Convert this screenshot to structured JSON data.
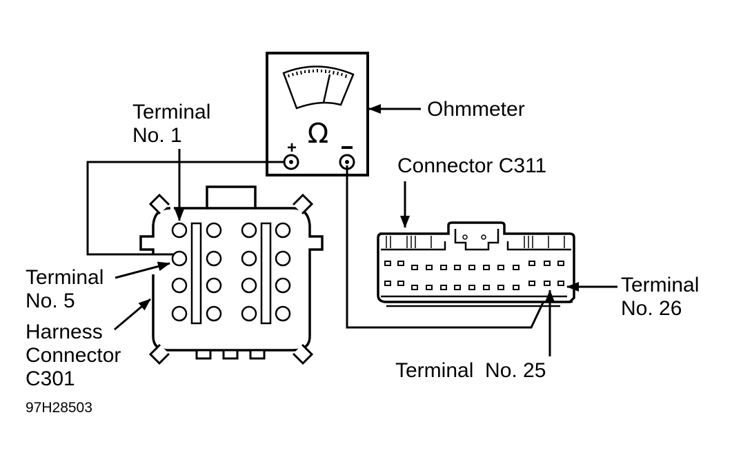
{
  "figure_id": "97H28503",
  "colors": {
    "ink": "#000000",
    "background": "#ffffff"
  },
  "ohmmeter": {
    "label": "Ohmmeter",
    "symbol": "Ω",
    "positive_terminal": "+",
    "negative_terminal": "−"
  },
  "harness_connector": {
    "name_line1": "Harness",
    "name_line2": "Connector",
    "name_line3": "C301",
    "terminal_count": 16,
    "terminal_1": {
      "line1": "Terminal",
      "line2": "No. 1"
    },
    "terminal_5": {
      "line1": "Terminal",
      "line2": "No. 5"
    }
  },
  "module_connector": {
    "name": "Connector C311",
    "terminal_25": "Terminal  No. 25",
    "terminal_26": {
      "line1": "Terminal",
      "line2": "No. 26"
    }
  }
}
